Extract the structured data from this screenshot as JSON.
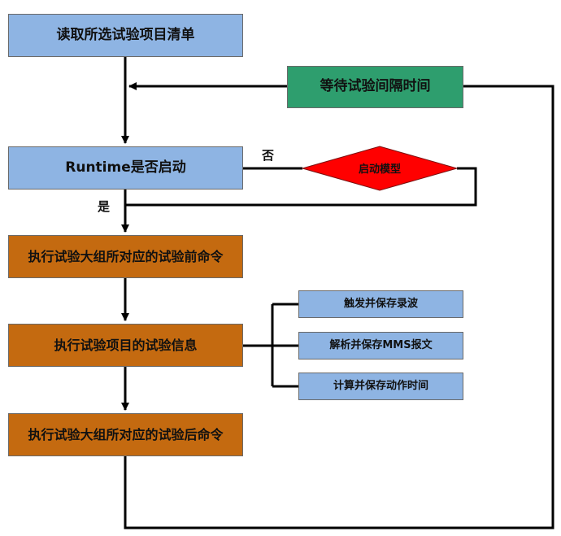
{
  "boxes": {
    "read_list": "读取所选试验项目清单",
    "runtime_check": "Runtime是否启动",
    "pre_command": "执行试验大组所对应的试验前命令",
    "exec_info": "执行试验项目的试验信息",
    "post_command": "执行试验大组所对应的试验后命令",
    "wait_interval": "等待试验间隔时间"
  },
  "decision": {
    "label": "启动模型"
  },
  "branches": {
    "no": "否",
    "yes": "是"
  },
  "subtasks": [
    "触发并保存录波",
    "解析并保存MMS报文",
    "计算并保存动作时间"
  ],
  "colors": {
    "blue_box": "#8eb4e3",
    "orange_box": "#c46a10",
    "green_box": "#2e9e6e",
    "diamond": "#ff0000",
    "line": "#000000"
  }
}
